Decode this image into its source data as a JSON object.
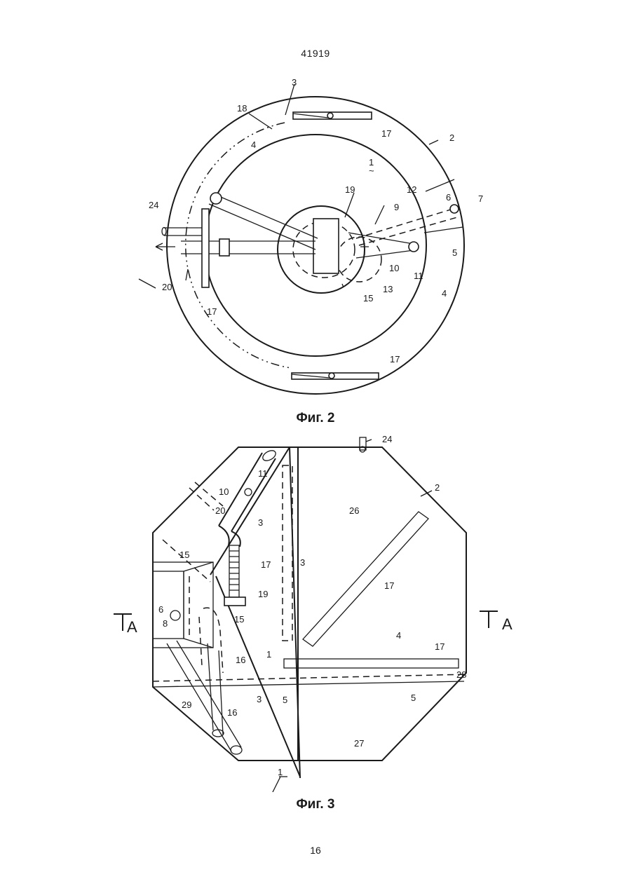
{
  "header": {
    "doc_number": "41919"
  },
  "figures": [
    {
      "caption": "Фиг. 2",
      "labels": [
        "3",
        "18",
        "17",
        "2",
        "4",
        "1",
        "12",
        "6",
        "7",
        "19",
        "9",
        "24",
        "5",
        "10",
        "11",
        "13",
        "15",
        "4",
        "20",
        "17",
        "17"
      ]
    },
    {
      "caption": "Фиг. 3",
      "labels": [
        "24",
        "2",
        "10",
        "11",
        "20",
        "26",
        "3",
        "15",
        "17",
        "3",
        "17",
        "19",
        "6",
        "8",
        "15",
        "4",
        "17",
        "16",
        "1",
        "28",
        "5",
        "5",
        "29",
        "16",
        "3",
        "27",
        "1"
      ],
      "section_marks": [
        "А",
        "А"
      ]
    }
  ],
  "footer": {
    "page_number": "16"
  }
}
